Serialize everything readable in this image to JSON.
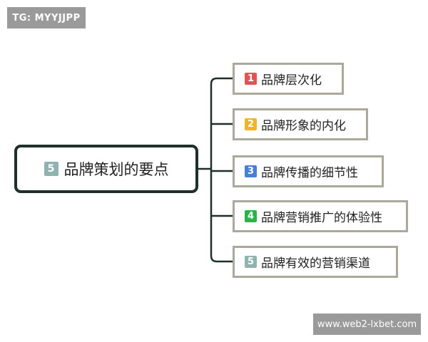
{
  "watermarks": {
    "top": "TG: MYYJJPP",
    "bottom": "www.web2-lxbet.com"
  },
  "diagram": {
    "root": {
      "number": "5",
      "label": "品牌策划的要点",
      "badge_color": "#8fb3b1"
    },
    "branches": [
      {
        "number": "1",
        "label": "品牌层次化",
        "badge_color": "#e05454"
      },
      {
        "number": "2",
        "label": "品牌形象的内化",
        "badge_color": "#f0b429"
      },
      {
        "number": "3",
        "label": "品牌传播的细节性",
        "badge_color": "#4a7fd6"
      },
      {
        "number": "4",
        "label": "品牌营销推广的体验性",
        "badge_color": "#2bb34a"
      },
      {
        "number": "5",
        "label": "品牌有效的营销渠道",
        "badge_color": "#8fb3b1"
      }
    ]
  },
  "colors": {
    "root_border": "#1f302a",
    "branch_border": "#aca99c",
    "connector": "#1f302a"
  }
}
